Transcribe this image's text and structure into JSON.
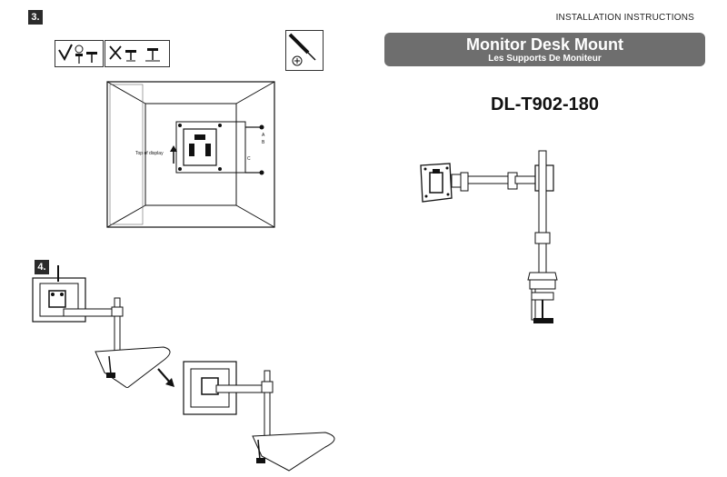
{
  "header": {
    "installation_instructions": "INSTALLATION INSTRUCTIONS"
  },
  "steps": {
    "step3": "3.",
    "step4": "4."
  },
  "banner": {
    "title": "Monitor Desk Mount",
    "subtitle": "Les Supports De Moniteur"
  },
  "product": {
    "model": "DL-T902-180"
  },
  "diagram": {
    "top_of_display": "Top of display",
    "label_a": "A",
    "label_b": "B",
    "label_c": "C"
  }
}
